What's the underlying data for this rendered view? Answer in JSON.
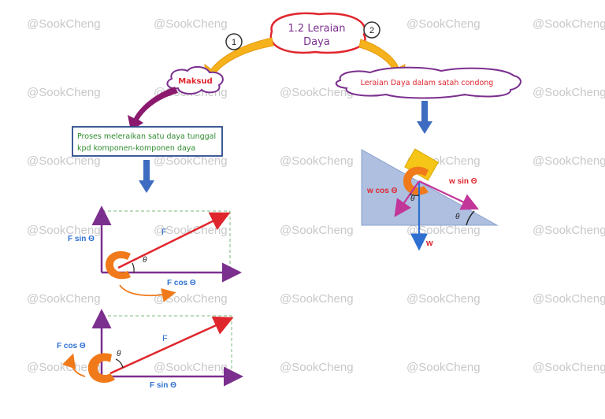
{
  "watermark": "@SookCheng",
  "colors": {
    "red": "#e0262d",
    "purple": "#7b2f8e",
    "green": "#2e8b2e",
    "blue": "#2e6fd1",
    "orange": "#f07a1a",
    "magenta": "#c2369a",
    "yellow": "#f5b21c",
    "slope": "#aebfe0"
  },
  "title": {
    "line1": "1.2  Leraian",
    "line2": "Daya"
  },
  "branch_numbers": {
    "one": "1",
    "two": "2"
  },
  "maksud": "Maksud",
  "definition": {
    "line1": "Proses meleraikan satu daya tunggal",
    "line2": "kpd komponen-komponen daya"
  },
  "incline_title": "Leraian Daya dalam satah condong",
  "diagram1": {
    "force": "F",
    "vertical": "F sin Θ",
    "horizontal": "F cos Θ",
    "angle": "θ"
  },
  "diagram2": {
    "force": "F",
    "vertical": "F cos Θ",
    "horizontal": "F sin Θ",
    "angle": "θ"
  },
  "incline": {
    "cos_label": "w cos Θ",
    "sin_label": "w sin Θ",
    "weight": "w",
    "angle_block": "θ",
    "angle_slope": "θ"
  }
}
